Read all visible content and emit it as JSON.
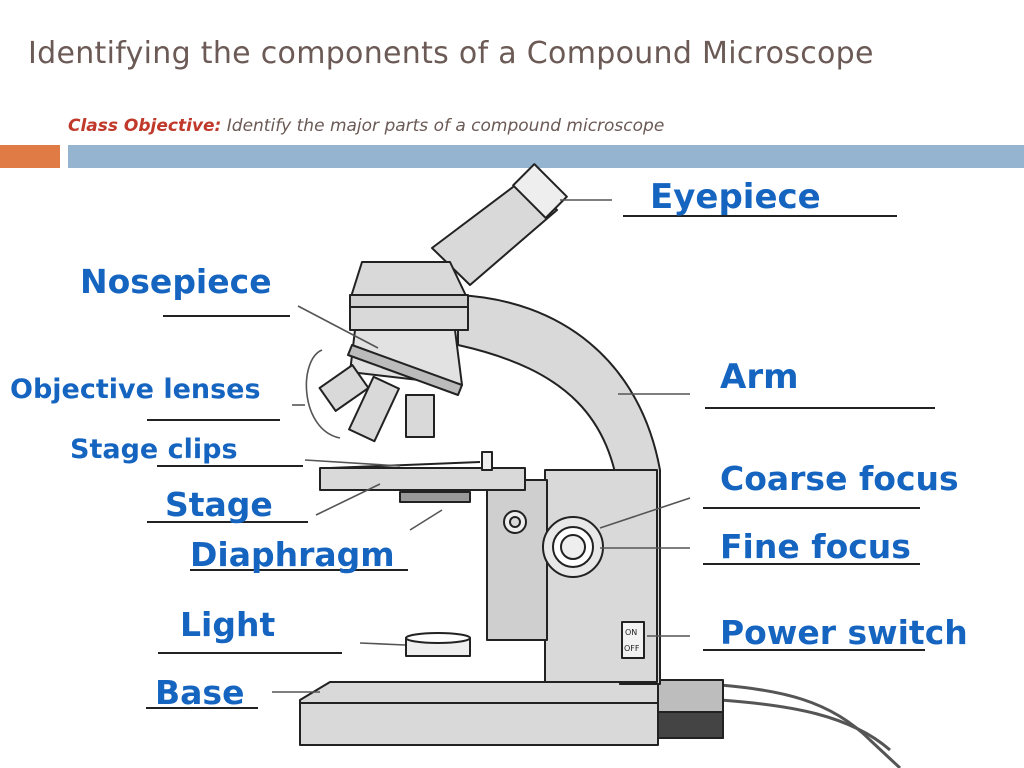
{
  "title": "Identifying the components of a Compound Microscope",
  "objective": {
    "label": "Class Objective:",
    "text": "Identify the major parts of a compound microscope"
  },
  "colors": {
    "accent_orange": "#e07b45",
    "accent_blue": "#95b4d0",
    "label_blue": "#1565c0",
    "title_brown": "#6b5a55",
    "objective_red": "#c0392b"
  },
  "labels": {
    "eyepiece": "Eyepiece",
    "nosepiece": "Nosepiece",
    "objective_lenses": "Objective lenses",
    "stage_clips": "Stage clips",
    "stage": "Stage",
    "diaphragm": "Diaphragm",
    "light": "Light",
    "base": "Base",
    "arm": "Arm",
    "coarse_focus": "Coarse focus",
    "fine_focus": "Fine focus",
    "power_switch": "Power switch"
  },
  "switch_marks": {
    "on": "ON",
    "off": "OFF"
  }
}
